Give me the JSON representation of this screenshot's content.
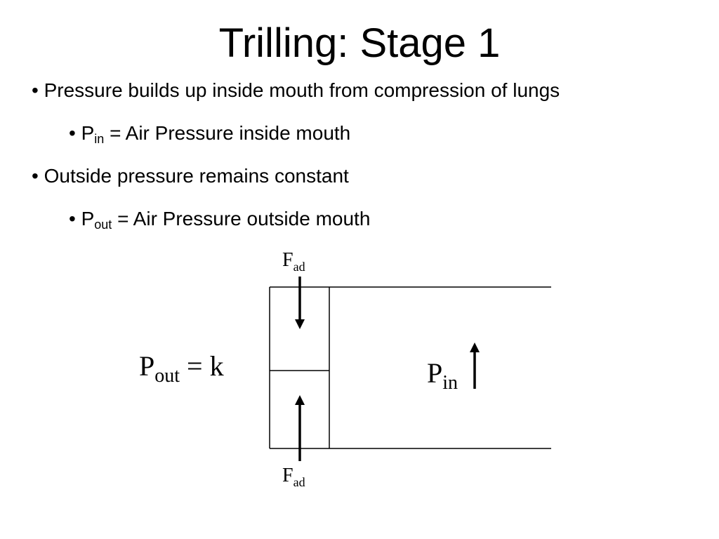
{
  "slide": {
    "title": "Trilling: Stage 1",
    "bullets": [
      {
        "marker": "•",
        "text": "Pressure builds up inside mouth from compression of lungs"
      },
      {
        "marker": "•",
        "symbol": "P",
        "subscript": "in",
        "text": " = Air Pressure inside mouth"
      },
      {
        "marker": "•",
        "text": "Outside pressure remains constant"
      },
      {
        "marker": "•",
        "symbol": "P",
        "subscript": "out",
        "text": " = Air Pressure outside mouth"
      }
    ]
  },
  "diagram": {
    "f_top": {
      "base": "F",
      "sub": "ad"
    },
    "f_bottom": {
      "base": "F",
      "sub": "ad"
    },
    "p_out": {
      "base": "P",
      "sub": "out",
      "rest": " = k"
    },
    "p_in": {
      "base": "P",
      "sub": "in"
    }
  }
}
